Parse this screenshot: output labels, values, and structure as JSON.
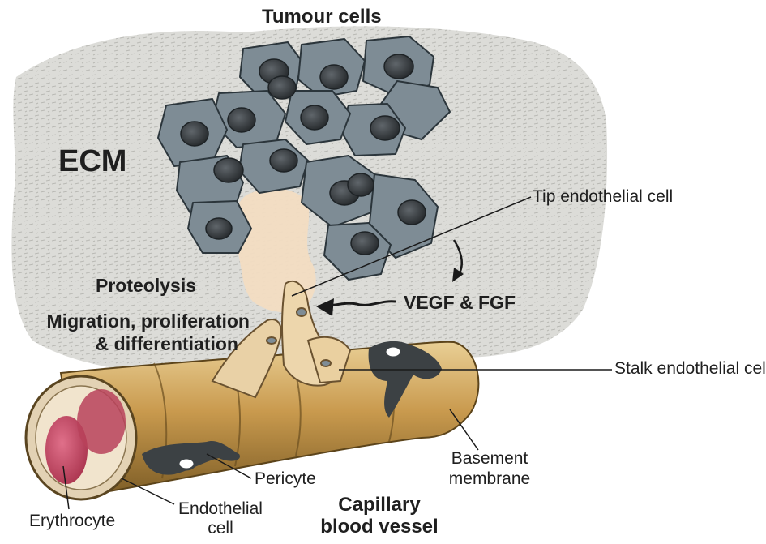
{
  "labels": {
    "tumour_cells": "Tumour cells",
    "ecm": "ECM",
    "tip_endothelial_cell": "Tip endothelial cell",
    "proteolysis": "Proteolysis",
    "vegf_fgf": "VEGF & FGF",
    "migration_line1": "Migration, proliferation",
    "migration_line2": "& differentiation",
    "stalk_endothelial_cell": "Stalk endothelial cell",
    "basement_line1": "Basement",
    "basement_line2": "membrane",
    "pericyte": "Pericyte",
    "capillary_line1": "Capillary",
    "capillary_line2": "blood vessel",
    "erythrocyte": "Erythrocyte",
    "endothelial_line1": "Endothelial",
    "endothelial_line2": "cell"
  },
  "colors": {
    "ecm": "#d8d8d4",
    "tumour_cell": "#7f8d96",
    "tumour_outline": "#2f3a40",
    "nucleus": "#3b4044",
    "proteolysis_zone": "#f3dcc0",
    "vessel": "#c9a05a",
    "vessel_dark": "#8a6a2e",
    "endothelial": "#ead3a6",
    "pericyte": "#3c4144",
    "erythrocyte": "#c2455d"
  }
}
